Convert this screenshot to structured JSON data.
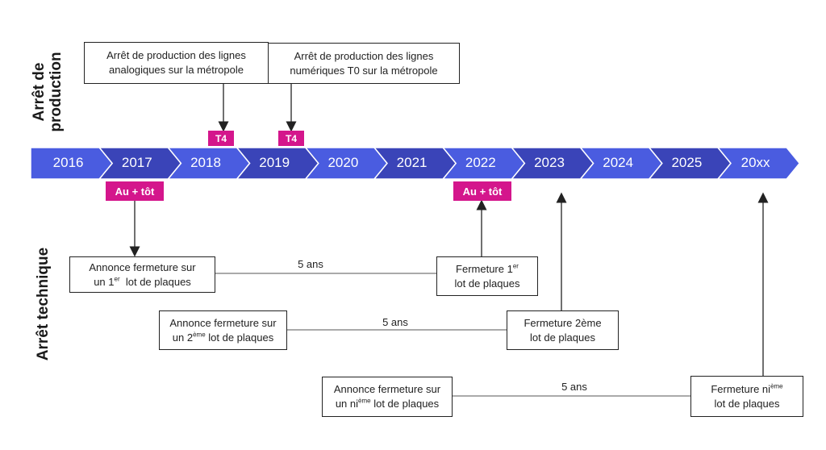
{
  "side_labels": {
    "production": [
      "Arrêt de",
      "production"
    ],
    "technique": "Arrêt technique"
  },
  "timeline": {
    "years": [
      "2016",
      "2017",
      "2018",
      "2019",
      "2020",
      "2021",
      "2022",
      "2023",
      "2024",
      "2025",
      "20xx"
    ],
    "colors": {
      "light": "#4a5ce0",
      "dark": "#3a44b8",
      "tag": "#d4168c"
    }
  },
  "tags": {
    "t4_2018": "T4",
    "t4_2019": "T4",
    "early_2017": "Au + tôt",
    "early_2022": "Au + tôt"
  },
  "production_boxes": {
    "analog": [
      "Arrêt de production des lignes",
      "analogiques sur la métropole"
    ],
    "digital": [
      "Arrêt de production des lignes",
      "numériques T0 sur la métropole"
    ]
  },
  "technical": {
    "row1": {
      "announce_line1": "Annonce fermeture sur",
      "announce_pre": "un 1",
      "announce_sup": "er",
      "announce_post": "  lot de plaques",
      "gap": "5 ans",
      "close_pre": "Fermeture 1",
      "close_sup": "er",
      "close_line2": "lot de plaques"
    },
    "row2": {
      "announce_line1": "Annonce fermeture sur",
      "announce_pre": "un 2",
      "announce_sup": "ème",
      "announce_post": " lot de plaques",
      "gap": "5 ans",
      "close_line1": "Fermeture 2ème",
      "close_line2": "lot de plaques"
    },
    "row3": {
      "announce_line1": "Annonce fermeture sur",
      "announce_pre": "un ni",
      "announce_sup": "ème",
      "announce_post": " lot de plaques",
      "gap": "5 ans",
      "close_pre": "Fermeture ni",
      "close_sup": "ème",
      "close_line2": "lot de plaques"
    }
  }
}
